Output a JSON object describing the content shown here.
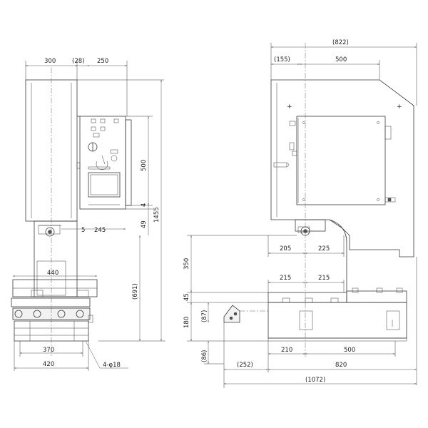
{
  "front_view": {
    "top_dims": [
      "300",
      "(28)",
      "250"
    ],
    "right_dims": [
      "500",
      "4",
      "49",
      "1455"
    ],
    "left_dims": [
      "350",
      "(691)"
    ],
    "offset_dims": [
      "5",
      "245"
    ],
    "base_dims": [
      "440",
      "370",
      "420"
    ],
    "hole_note": "4-φ18"
  },
  "side_view": {
    "top_dims": [
      "(822)",
      "(155)",
      "500"
    ],
    "mid_dims": [
      "205",
      "225",
      "215",
      "215"
    ],
    "left_dims": [
      "45",
      "180",
      "(87)",
      "(86)"
    ],
    "bottom_dims": [
      "210",
      "500",
      "(252)",
      "820",
      "(1072)"
    ]
  }
}
